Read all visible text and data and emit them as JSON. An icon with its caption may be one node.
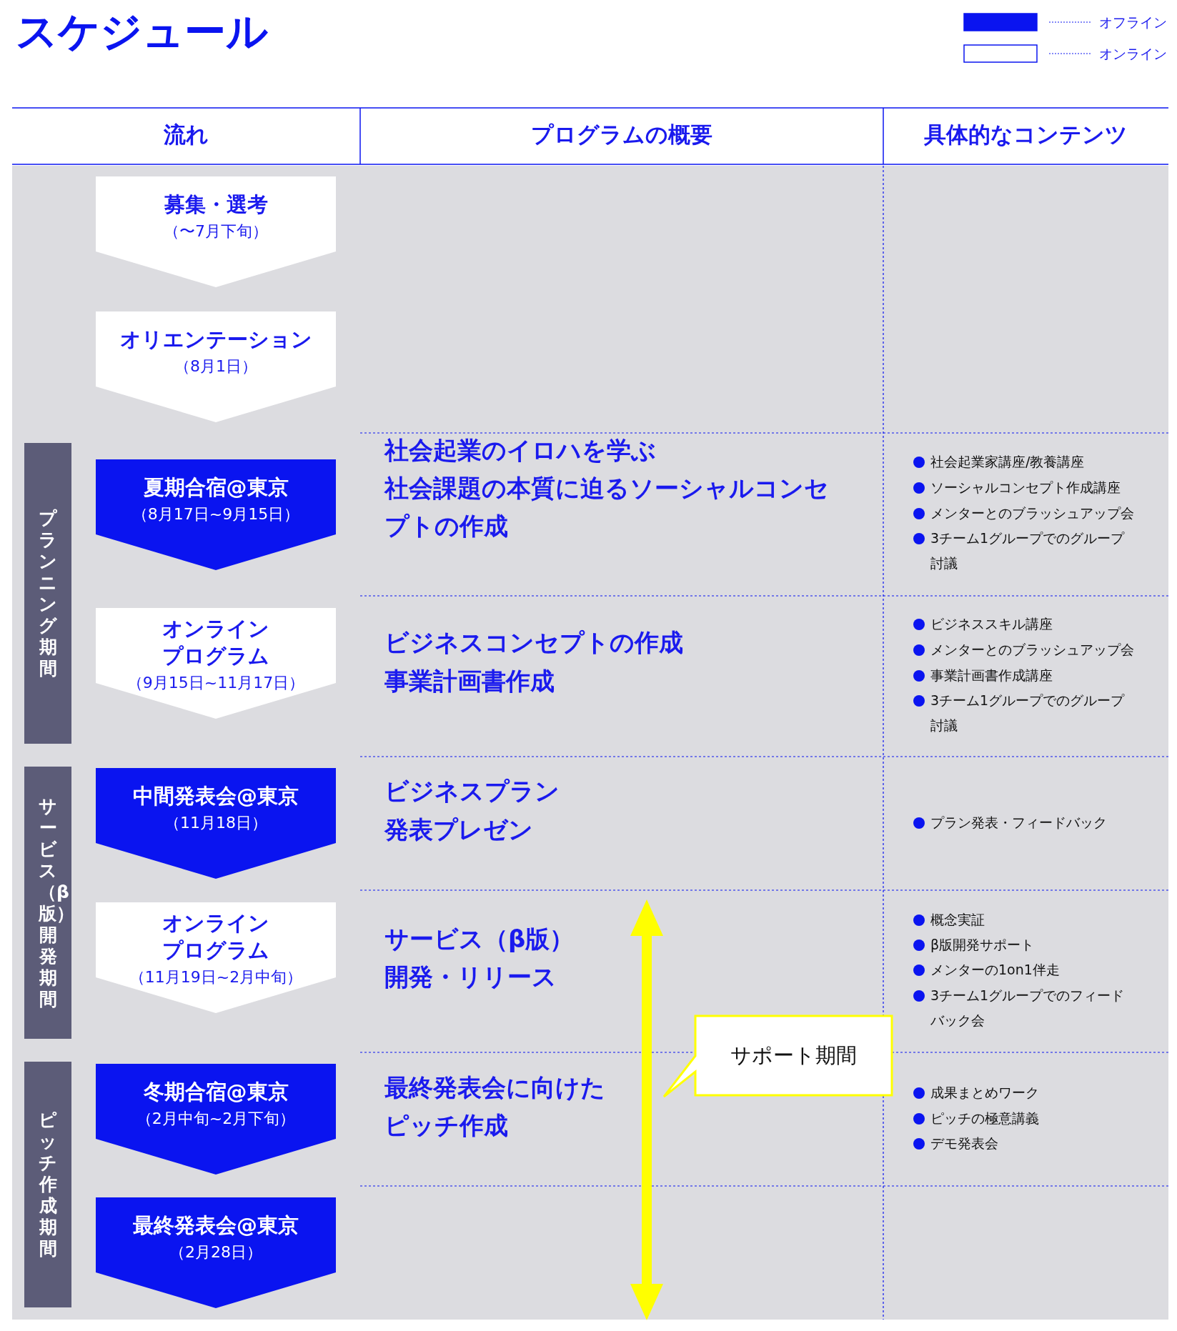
{
  "diagram": {
    "title": "スケジュール",
    "nodes": [
      {
        "text": [
          "募集・選考",
          "（〜7月下旬）"
        ]
      },
      {
        "text": [
          "オリエンテーション",
          "（8月1日）"
        ]
      },
      {
        "text": [
          "プランニング期間"
        ]
      },
      {
        "text": [
          "夏期合宿@東京",
          "（8月17日~9月15日）"
        ]
      },
      {
        "text": [
          "オンラインプログラム",
          "（9月15日~11月17日）"
        ]
      },
      {
        "text": [
          "サービス（β版）開発期間"
        ]
      },
      {
        "text": [
          "中間発表会@東京",
          "（11月18日）"
        ]
      },
      {
        "text": [
          "オンラインプログラム",
          "（11月19日~2月中旬）"
        ]
      },
      {
        "text": [
          "ピッチ作成期間"
        ]
      },
      {
        "text": [
          "冬期合宿@東京",
          "（2月中旬~2月下旬）"
        ]
      },
      {
        "text": [
          "最終発表会@東京",
          "（2月28日）"
        ]
      },
      {
        "text": [
          "サポート期間"
        ]
      }
    ],
    "labels": [
      "流れ",
      "プログラムの概要",
      "具体的なコンテンツ",
      "社会起業のイロハを学ぶ",
      "社会課題の本質に迫るソーシャルコンセプトの作成",
      "社会起業家講座/教養講座",
      "ソーシャルコンセプト作成講座",
      "メンターとのブラッシュアップ会",
      "3チーム1グループでのグループ討議",
      "ビジネスコンセプトの作成",
      "事業計画書作成",
      "ビジネススキル講座",
      "メンターとのブラッシュアップ会",
      "事業計画書作成講座",
      "3チーム1グループでのグループ討議",
      "ビジネスプラン",
      "発表プレゼン",
      "プラン発表・フィードバック",
      "サービス（β版）",
      "開発・リリース",
      "概念実証",
      "β版開発サポート",
      "メンターの1on1伴走",
      "3チーム1グループでのフィードバック会",
      "最終発表会に向けた",
      "ピッチ作成",
      "成果まとめワーク",
      "ピッチの極意講義",
      "デモ発表会"
    ],
    "legend": [
      {
        "text": "オフライン",
        "color": "#0a14f0"
      },
      {
        "text": "オンライン",
        "color": "#ffffff"
      }
    ]
  }
}
